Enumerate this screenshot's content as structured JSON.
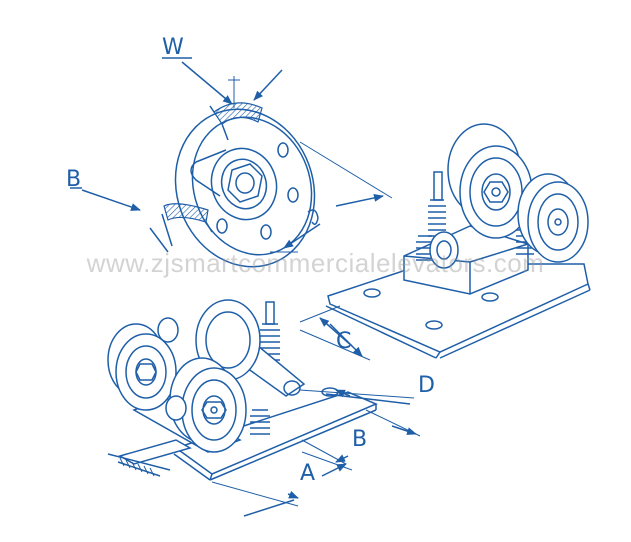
{
  "colors": {
    "line": "#1f5fa8",
    "background": "#ffffff",
    "watermark": "#969696"
  },
  "labels": {
    "w": "W",
    "b_top": "B",
    "c": "C",
    "d": "D",
    "b_bottom": "B",
    "a": "A"
  },
  "watermark": "www.zjsmartcommercialelevators.com"
}
